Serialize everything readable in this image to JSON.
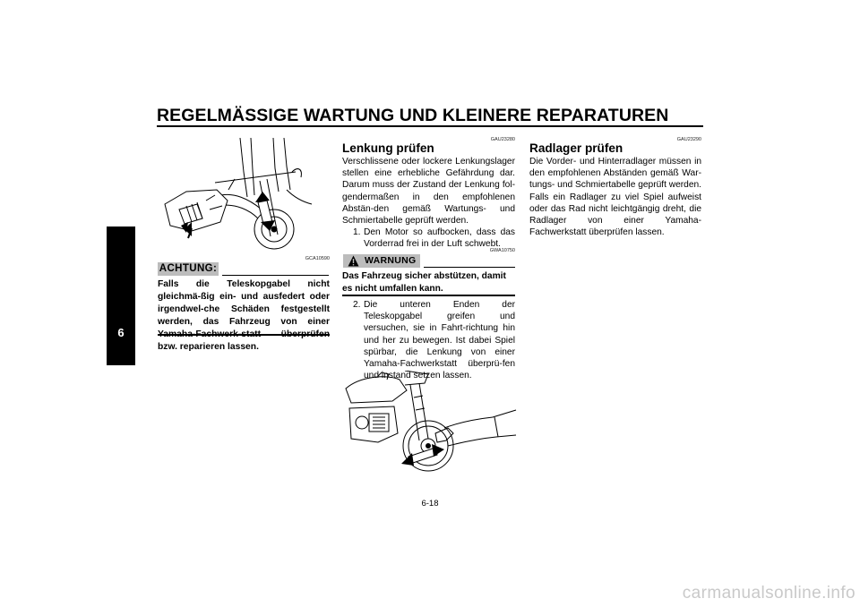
{
  "header": {
    "title": "REGELMÄSSIGE WARTUNG UND KLEINERE REPARATUREN"
  },
  "chapter_tab": "6",
  "left": {
    "figure_code": "GCA10590",
    "caution_label": "ACHTUNG:",
    "caution_text": "Falls die Teleskopgabel nicht gleichmä-ßig ein- und ausfedert oder irgendwel-che Schäden festgestellt werden, das Fahrzeug von einer Yamaha-Fachwerk-statt überprüfen bzw. reparieren lassen."
  },
  "middle": {
    "code": "GAU23280",
    "title": "Lenkung prüfen",
    "body": "Verschlissene oder lockere Lenkungslager stellen eine erhebliche Gefährdung dar. Darum muss der Zustand der Lenkung fol-gendermaßen in den empfohlenen Abstän-den gemäß Wartungs- und Schmiertabelle geprüft werden.",
    "step1_num": "1.",
    "step1_text": "Den Motor so aufbocken, dass das Vorderrad frei in der Luft schwebt.",
    "warning_code": "GWA10750",
    "warning_label": "WARNUNG",
    "warning_text": "Das Fahrzeug sicher abstützen, damit es nicht umfallen kann.",
    "step2_num": "2.",
    "step2_text": "Die unteren Enden der Teleskopgabel greifen und versuchen, sie in Fahrt-richtung hin und her zu bewegen. Ist dabei Spiel spürbar, die Lenkung von einer Yamaha-Fachwerkstatt überprü-fen und instand setzen lassen."
  },
  "right": {
    "code": "GAU23290",
    "title": "Radlager prüfen",
    "body": "Die Vorder- und Hinterradlager müssen in den empfohlenen Abständen gemäß War-tungs- und Schmiertabelle geprüft werden. Falls ein Radlager zu viel Spiel aufweist oder das Rad nicht leichtgängig dreht, die Radlager von einer Yamaha-Fachwerkstatt überprüfen lassen."
  },
  "page_number": "6-18",
  "footer": {
    "watermark": "carmanualsonline.info"
  }
}
